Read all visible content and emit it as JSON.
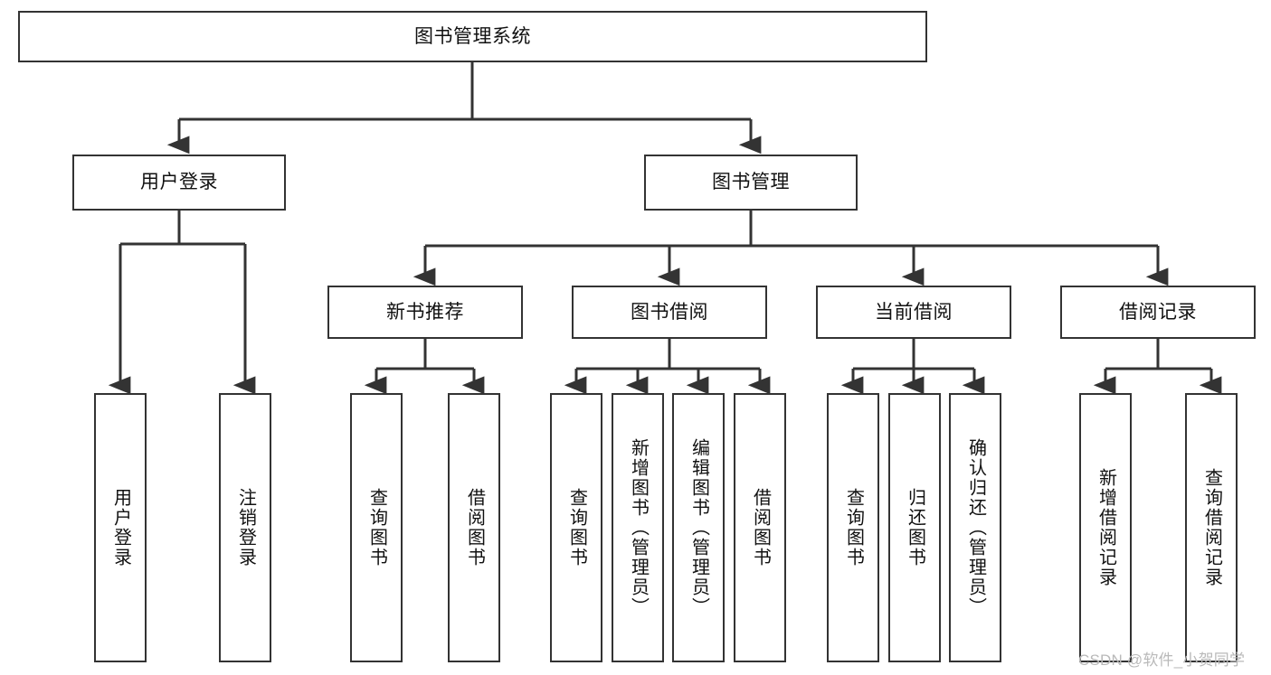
{
  "diagram": {
    "type": "hierarchy-tree",
    "orientation": "top-down",
    "root": {
      "id": "root",
      "label": "图书管理系统"
    },
    "level2": [
      {
        "id": "user-login",
        "label": "用户登录"
      },
      {
        "id": "book-management",
        "label": "图书管理"
      }
    ],
    "level3": [
      {
        "id": "new-book-recommend",
        "label": "新书推荐",
        "parent": "book-management"
      },
      {
        "id": "book-borrow",
        "label": "图书借阅",
        "parent": "book-management"
      },
      {
        "id": "current-borrow",
        "label": "当前借阅",
        "parent": "book-management"
      },
      {
        "id": "borrow-record",
        "label": "借阅记录",
        "parent": "book-management"
      }
    ],
    "leaves": {
      "user-login": [
        {
          "id": "leaf-user-login",
          "label": "用户登录"
        },
        {
          "id": "leaf-user-logout",
          "label": "注销登录"
        }
      ],
      "new-book-recommend": [
        {
          "id": "leaf-query-book-1",
          "label": "查询图书"
        },
        {
          "id": "leaf-borrow-book-1",
          "label": "借阅图书"
        }
      ],
      "book-borrow": [
        {
          "id": "leaf-query-book-2",
          "label": "查询图书"
        },
        {
          "id": "leaf-add-book",
          "label": "新增图书（管理员）"
        },
        {
          "id": "leaf-edit-book",
          "label": "编辑图书（管理员）"
        },
        {
          "id": "leaf-borrow-book-2",
          "label": "借阅图书"
        }
      ],
      "current-borrow": [
        {
          "id": "leaf-query-book-3",
          "label": "查询图书"
        },
        {
          "id": "leaf-return-book",
          "label": "归还图书"
        },
        {
          "id": "leaf-confirm-return",
          "label": "确认归还（管理员）"
        }
      ],
      "borrow-record": [
        {
          "id": "leaf-add-record",
          "label": "新增借阅记录"
        },
        {
          "id": "leaf-query-record",
          "label": "查询借阅记录"
        }
      ]
    }
  },
  "watermark": {
    "text": "CSDN @软件_小贺同学"
  },
  "colors": {
    "stroke": "#333333",
    "background": "#ffffff",
    "text": "#111111",
    "watermark": "#b9b9b9"
  }
}
